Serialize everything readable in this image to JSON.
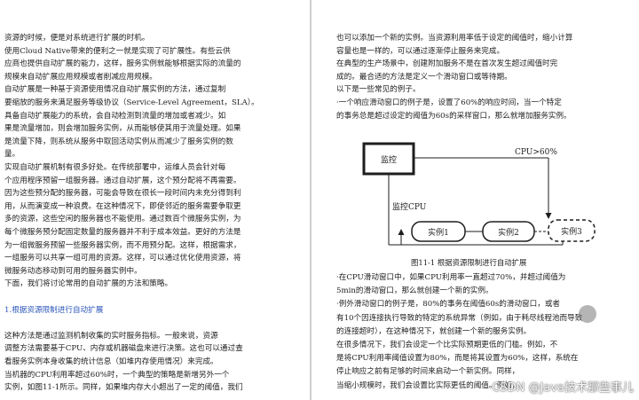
{
  "left_page": {
    "lines": [
      "资源的时候，便是对系统进行扩展的时机。",
      "    使用Cloud Native带来的便利之一就是实现了可扩展性。有些云供",
      "应商也提供自动扩展的能力，这样，服务实例就能够根据实际的流量的",
      "规模来自动扩展应用规模或者削减应用规模。",
      "    自动扩展是一种基于资源使用情况自动扩展实例的方法，通过复制",
      "要缩放的服务来满足服务等级协议（Service-Level Agreement，SLA）。",
      "    具备自动扩展能力的系统，会自动检测到流量的增加或者减少。如",
      "果是流量增加，则会增加服务实例，从而能够使其用于流量处理。如果",
      "是流量下降，则系统从服务中取回活动实例从而减少了服务实例的数",
      "量。",
      "    实现自动扩展机制有很多好处。在传统部署中，运维人员会针对每",
      "个应用程序预留一组服务器。通过自动扩展，这个预分配将不再需要。",
      "因为这些预分配的服务器，可能会导致在很长一段时间内未充分得到利",
      "用，从而演变成一种浪费。在这种情况下，即使邻近的服务需要争取更",
      "多的资源，这些空闲的服务器也不能使用。通过数百个微服务实例，为",
      "每个微服务预分配固定数量的服务器并不利于成本效益。更好的方法是",
      "为一组微服务预留一些服务器实例，而不用预分配。这样，根据需求，",
      "一组服务可以共享一组可用的资源。这样，可以通过优化使用资源，将",
      "微服务动态移动到可用的服务器实例中。",
      "    下面，我们将讨论常用的自动扩展的方法和策略。",
      "",
      "    1.根据资源限制进行自动扩展",
      "",
      "    这种方法是通过监测机制收集的实时服务指标。一般来说，资源",
      "调整方法需要基于CPU、内存或机器磁盘来进行决策。这也可以通过查",
      "看服务实例本身收集的统计信息（如堆内存使用情况）来完成。",
      "    当机器的CPU利用率超过60%时，一个典型的策略是新增另外一个",
      "实例，如图11-1所示。同样，如果堆内存大小超出了一定的阈值，我们"
    ]
  },
  "right_page": {
    "lines_top": [
      "也可以添加一个新的实例。当资源利用率低于设定的阈值时，缩小计算",
      "容量也是一样的，可以通过逐渐停止服务来完成。",
      "    在典型的生产场景中，创建附加服务不是在首次发生超过阈值时完",
      "成的。最合适的方法是定义一个滑动窗口或等待期。",
      "    以下是一些常见的例子。",
      "    ·一个响应滑动窗口的例子是，设置了60%的响应时间，当一个特定",
      "的事务总是超过设定的阈值为60s的采样窗口，那么就增加服务实例。"
    ],
    "lines_bottom": [
      "    ·在CPU滑动窗口中，如果CPU利用率一直超过70%，并超过阈值为",
      "5min的滑动窗口，那么就创建一个新的实例。",
      "    ·例外滑动窗口的例子是，80%的事务在阈值60s的滑动窗口，或者",
      "有10个因连接执行导致的特定的系统异常（例如，由于耗尽线程池而导致",
      "的连接超时），在这种情况下，就创建一个新的服务实例。",
      "    在很多情况下，我们会设定一个比实际预期更低的门槛。例如，不",
      "是将CPU利用率阈值设置为80%，而是将其设置为60%，这样，系统在",
      "停止响应之前有足够的时间来启动一个新实例。同样，",
      "    当缩小规模时，我们会设置比实际更低的阈值。例如，"
    ],
    "figure_caption": "图11-1    根据资源限制进行自动扩展"
  },
  "diagram": {
    "monitor_label": "监控",
    "cpu_threshold_label": "CPU>60%",
    "monitor_cpu_label": "监控CPU",
    "instances": [
      "实例1",
      "实例2",
      "实例3"
    ]
  },
  "watermark": "CSDN @Java技术那些事儿"
}
